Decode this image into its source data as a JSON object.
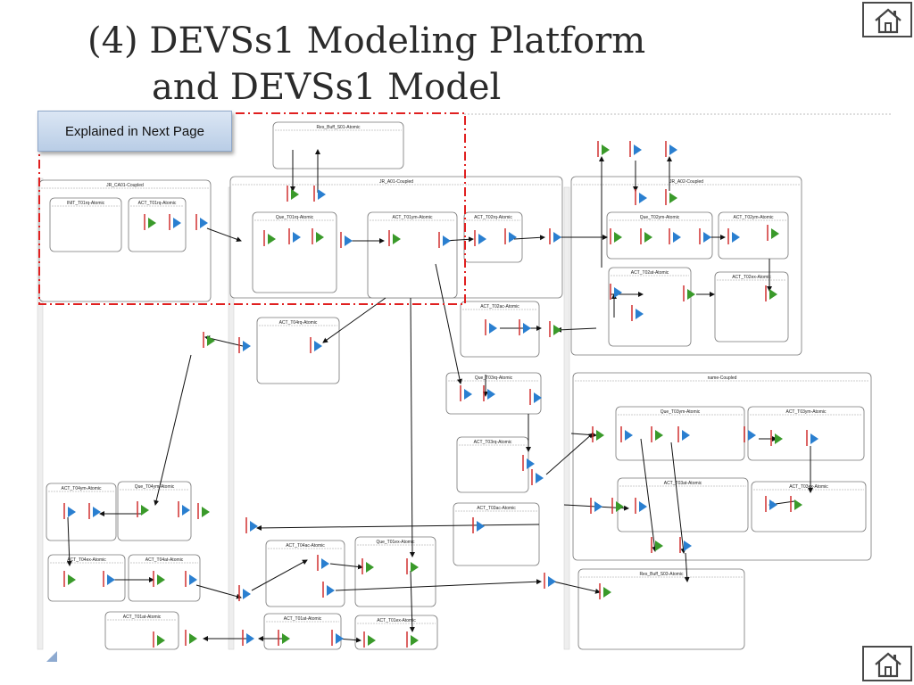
{
  "title": {
    "line1": "(4) DEVSs1 Modeling Platform",
    "line2": "and DEVSs1 Model"
  },
  "callout": "Explained in Next Page",
  "nav": {
    "home_top_icon": "home-icon",
    "home_bottom_icon": "home-icon"
  },
  "colors": {
    "callout_bg": "#c9d8ee",
    "highlight_dash": "#e02020",
    "port_green": "#3a9a2a",
    "port_blue": "#2a7fd0",
    "port_label": "#d03030"
  },
  "diagram": {
    "boxes": [
      {
        "label": "Res_Buff_S01-Atomic"
      },
      {
        "label": "JR_CA01-Coupled"
      },
      {
        "label": "INIT_T01rq-Atomic"
      },
      {
        "label": "ACT_T01rq-Atomic"
      },
      {
        "label": "JR_A01-Coupled"
      },
      {
        "label": "Que_T01rq-Atomic"
      },
      {
        "label": "ACT_T01ym-Atomic"
      },
      {
        "label": "ACT_T02rq-Atomic"
      },
      {
        "label": "JR_A02-Coupled"
      },
      {
        "label": "Que_T02ym-Atomic"
      },
      {
        "label": "ACT_T02ym-Atomic"
      },
      {
        "label": "ACT_T02at-Atomic"
      },
      {
        "label": "ACT_T02ex-Atomic"
      },
      {
        "label": "ACT_T04rq-Atomic"
      },
      {
        "label": "ACT_T02ac-Atomic"
      },
      {
        "label": "Que_T03rq-Atomic"
      },
      {
        "label": "name-Coupled"
      },
      {
        "label": "Que_T03ym-Atomic"
      },
      {
        "label": "ACT_T03ym-Atomic"
      },
      {
        "label": "ACT_T03rq-Atomic"
      },
      {
        "label": "ACT_T03at-Atomic"
      },
      {
        "label": "ACT_T03ex-Atomic"
      },
      {
        "label": "ACT_T04ym-Atomic"
      },
      {
        "label": "Que_T04ym-Atomic"
      },
      {
        "label": "ACT_T03ac-Atomic"
      },
      {
        "label": "ACT_T04ex-Atomic"
      },
      {
        "label": "ACT_T04at-Atomic"
      },
      {
        "label": "ACT_T04ac-Atomic"
      },
      {
        "label": "Que_T01ex-Atomic"
      },
      {
        "label": "Res_Buff_S03-Atomic"
      },
      {
        "label": "ACT_T01at-Atomic"
      },
      {
        "label": "ACT_T01at-Atomic"
      },
      {
        "label": "ACT_T01ex-Atomic"
      }
    ]
  }
}
